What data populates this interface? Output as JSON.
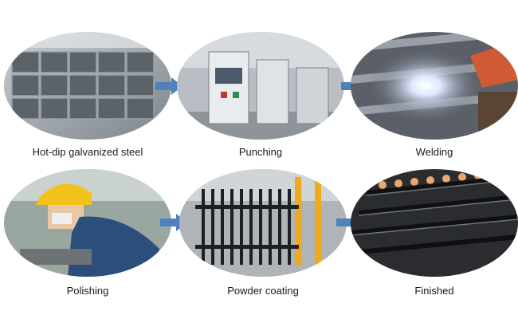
{
  "steps": [
    {
      "label": "Hot-dip galvanized steel",
      "icon": "galvanized-steel-tubes-photo"
    },
    {
      "label": "Punching",
      "icon": "punching-machine-photo"
    },
    {
      "label": "Welding",
      "icon": "welding-sparks-photo"
    },
    {
      "label": "Polishing",
      "icon": "worker-polishing-photo"
    },
    {
      "label": "Powder coating",
      "icon": "powder-coated-fence-photo"
    },
    {
      "label": "Finished",
      "icon": "finished-fence-panels-photo"
    }
  ],
  "arrow_color": "#4f81bd"
}
